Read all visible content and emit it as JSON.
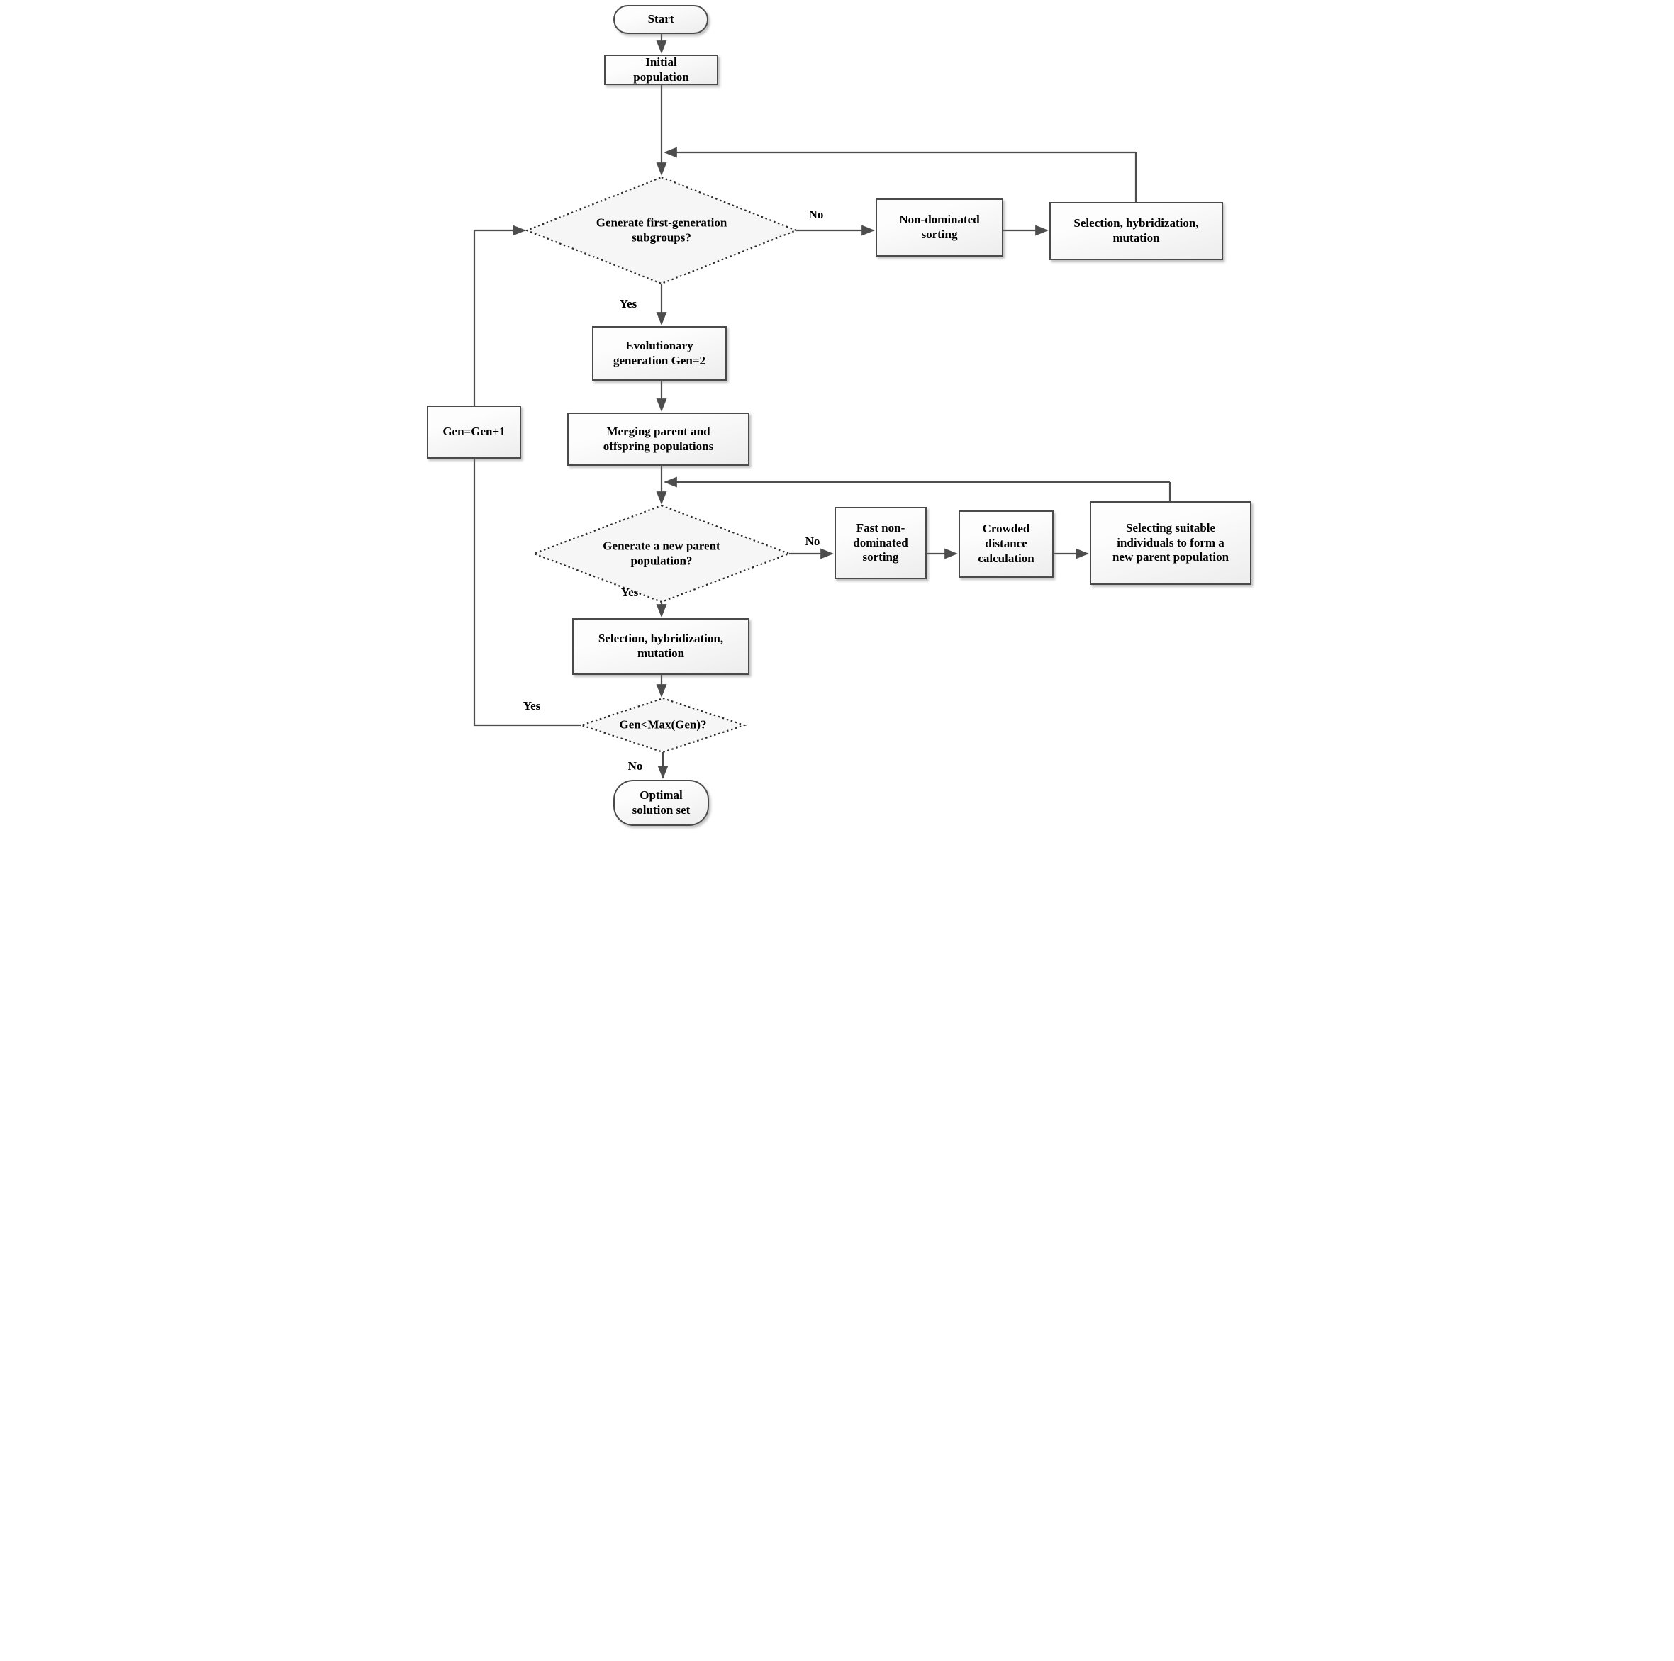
{
  "diagram_type": "flowchart",
  "nodes": {
    "start": {
      "type": "terminal",
      "label": "Start"
    },
    "initial_population": {
      "type": "process",
      "label": "Initial\npopulation"
    },
    "generate_first_generation_subgroups": {
      "type": "decision",
      "label": "Generate first-generation\nsubgroups?"
    },
    "non_dominated_sorting": {
      "type": "process",
      "label": "Non-dominated\nsorting"
    },
    "selection_hybridization_mutation_top": {
      "type": "process",
      "label": "Selection, hybridization,\nmutation"
    },
    "evolutionary_generation": {
      "type": "process",
      "label": "Evolutionary\ngeneration Gen=2"
    },
    "merging_populations": {
      "type": "process",
      "label": "Merging parent and\noffspring populations"
    },
    "generate_new_parent_population": {
      "type": "decision",
      "label": "Generate a new parent\npopulation?"
    },
    "fast_non_dominated_sorting": {
      "type": "process",
      "label": "Fast non-\ndominated\nsorting"
    },
    "crowded_distance_calculation": {
      "type": "process",
      "label": "Crowded\ndistance\ncalculation"
    },
    "selecting_suitable_individuals": {
      "type": "process",
      "label": "Selecting suitable\nindividuals to form a\nnew parent population"
    },
    "selection_hybridization_mutation_bottom": {
      "type": "process",
      "label": "Selection, hybridization,\nmutation"
    },
    "gen_increment": {
      "type": "process",
      "label": "Gen=Gen+1"
    },
    "gen_max_check": {
      "type": "decision",
      "label": "Gen<Max(Gen)?"
    },
    "optimal_solution_set": {
      "type": "terminal",
      "label": "Optimal\nsolution set"
    }
  },
  "edges": [
    {
      "from": "start",
      "to": "initial_population",
      "label": ""
    },
    {
      "from": "initial_population",
      "to": "generate_first_generation_subgroups",
      "label": ""
    },
    {
      "from": "generate_first_generation_subgroups",
      "to": "non_dominated_sorting",
      "label": "No"
    },
    {
      "from": "non_dominated_sorting",
      "to": "selection_hybridization_mutation_top",
      "label": ""
    },
    {
      "from": "selection_hybridization_mutation_top",
      "to": "generate_first_generation_subgroups",
      "label": ""
    },
    {
      "from": "generate_first_generation_subgroups",
      "to": "evolutionary_generation",
      "label": "Yes"
    },
    {
      "from": "evolutionary_generation",
      "to": "merging_populations",
      "label": ""
    },
    {
      "from": "merging_populations",
      "to": "generate_new_parent_population",
      "label": ""
    },
    {
      "from": "generate_new_parent_population",
      "to": "fast_non_dominated_sorting",
      "label": "No"
    },
    {
      "from": "fast_non_dominated_sorting",
      "to": "crowded_distance_calculation",
      "label": ""
    },
    {
      "from": "crowded_distance_calculation",
      "to": "selecting_suitable_individuals",
      "label": ""
    },
    {
      "from": "selecting_suitable_individuals",
      "to": "generate_new_parent_population",
      "label": ""
    },
    {
      "from": "generate_new_parent_population",
      "to": "selection_hybridization_mutation_bottom",
      "label": "Yes"
    },
    {
      "from": "selection_hybridization_mutation_bottom",
      "to": "gen_max_check",
      "label": ""
    },
    {
      "from": "gen_max_check",
      "to": "gen_increment",
      "label": "Yes"
    },
    {
      "from": "gen_increment",
      "to": "generate_first_generation_subgroups",
      "label": ""
    },
    {
      "from": "gen_max_check",
      "to": "optimal_solution_set",
      "label": "No"
    }
  ],
  "colors": {
    "background": "#ffffff",
    "node-border": "#4a4a4a",
    "node-fill-top": "#fdfdfd",
    "node-fill-bottom": "#ededed",
    "diamond-fill": "#f6f6f6",
    "diamond-stroke": "#2b2b2b",
    "line": "#4d4d4d",
    "text": "#000000"
  }
}
